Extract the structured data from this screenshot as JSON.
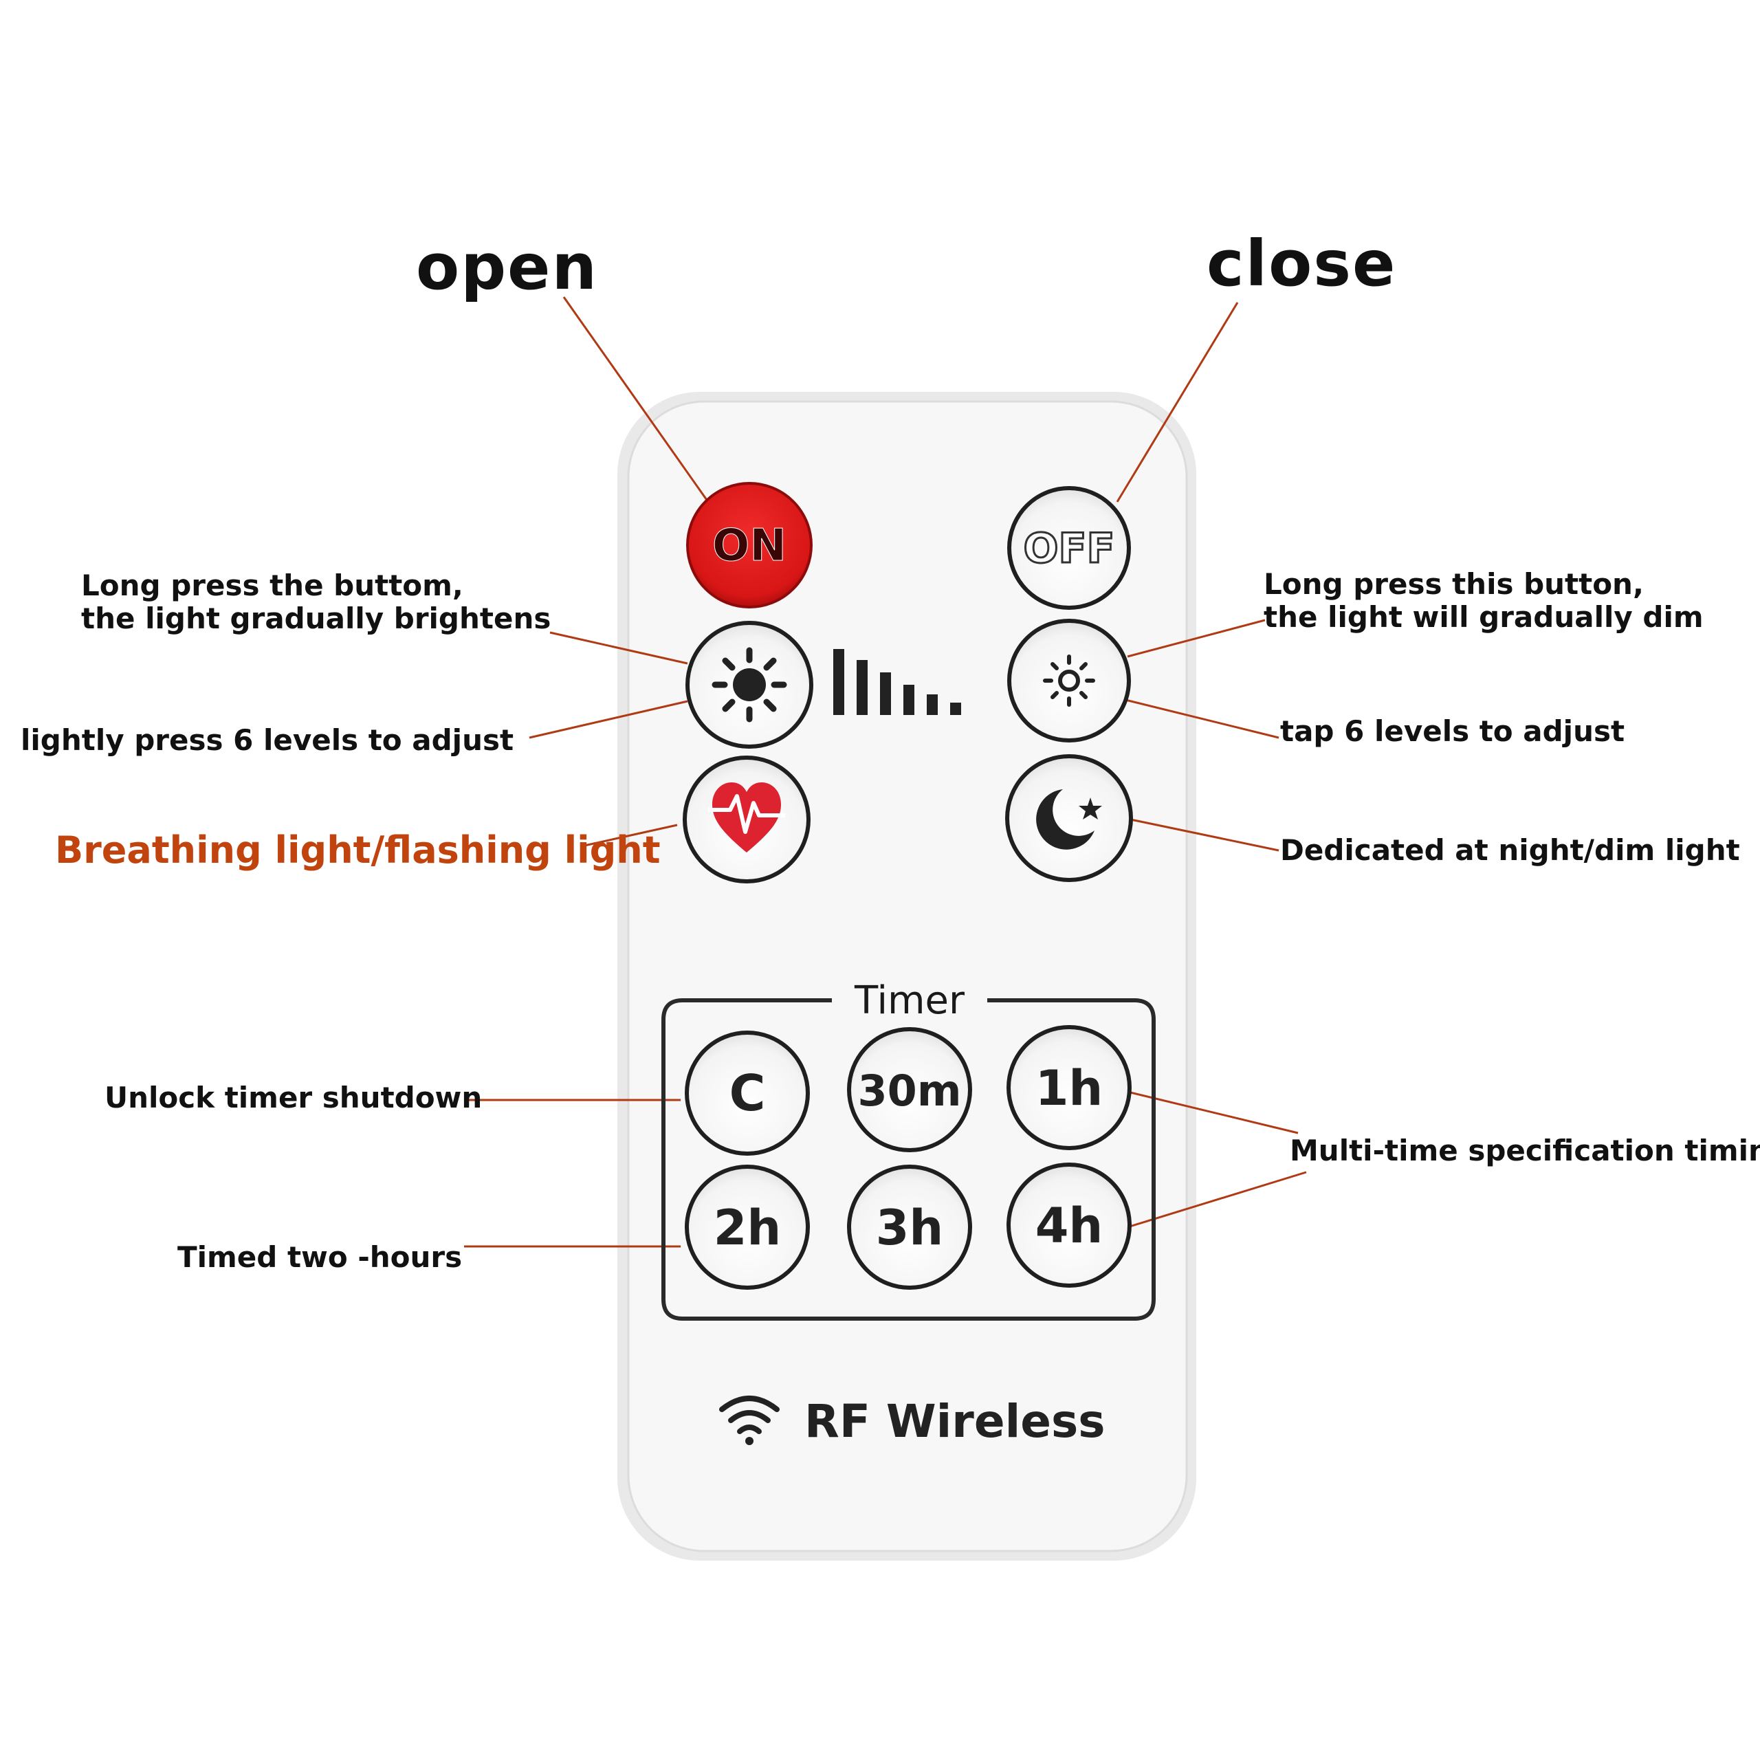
{
  "labels": {
    "open": "open",
    "close": "close",
    "brighten_line1": "Long press the buttom,",
    "brighten_line2": "the light gradually brightens",
    "dim_line1": "Long press this button,",
    "dim_line2": "the light will gradually dim",
    "lightly_press": "lightly press 6 levels to adjust",
    "tap_levels": "tap 6 levels to adjust",
    "breathing": "Breathing light/flashing light",
    "night": "Dedicated at night/dim light",
    "unlock_timer": "Unlock timer shutdown",
    "multi_time": "Multi-time specification timing",
    "timed_two": "Timed two -hours"
  },
  "remote": {
    "on_label": "ON",
    "off_label": "OFF",
    "timer_title": "Timer",
    "timer_buttons": [
      "C",
      "30m",
      "1h",
      "2h",
      "3h",
      "4h"
    ],
    "brand": "RF Wireless"
  },
  "icons": {
    "brightness_up": "sun-icon",
    "brightness_down": "small-sun-icon",
    "breathing": "heartbeat-icon",
    "night": "moon-star-icon",
    "level_bars": "level-bars-icon",
    "wireless": "wifi-icon"
  },
  "colors": {
    "accent": "#c1440e",
    "on_button": "#e0191b",
    "leader_line": "#b03a14"
  }
}
